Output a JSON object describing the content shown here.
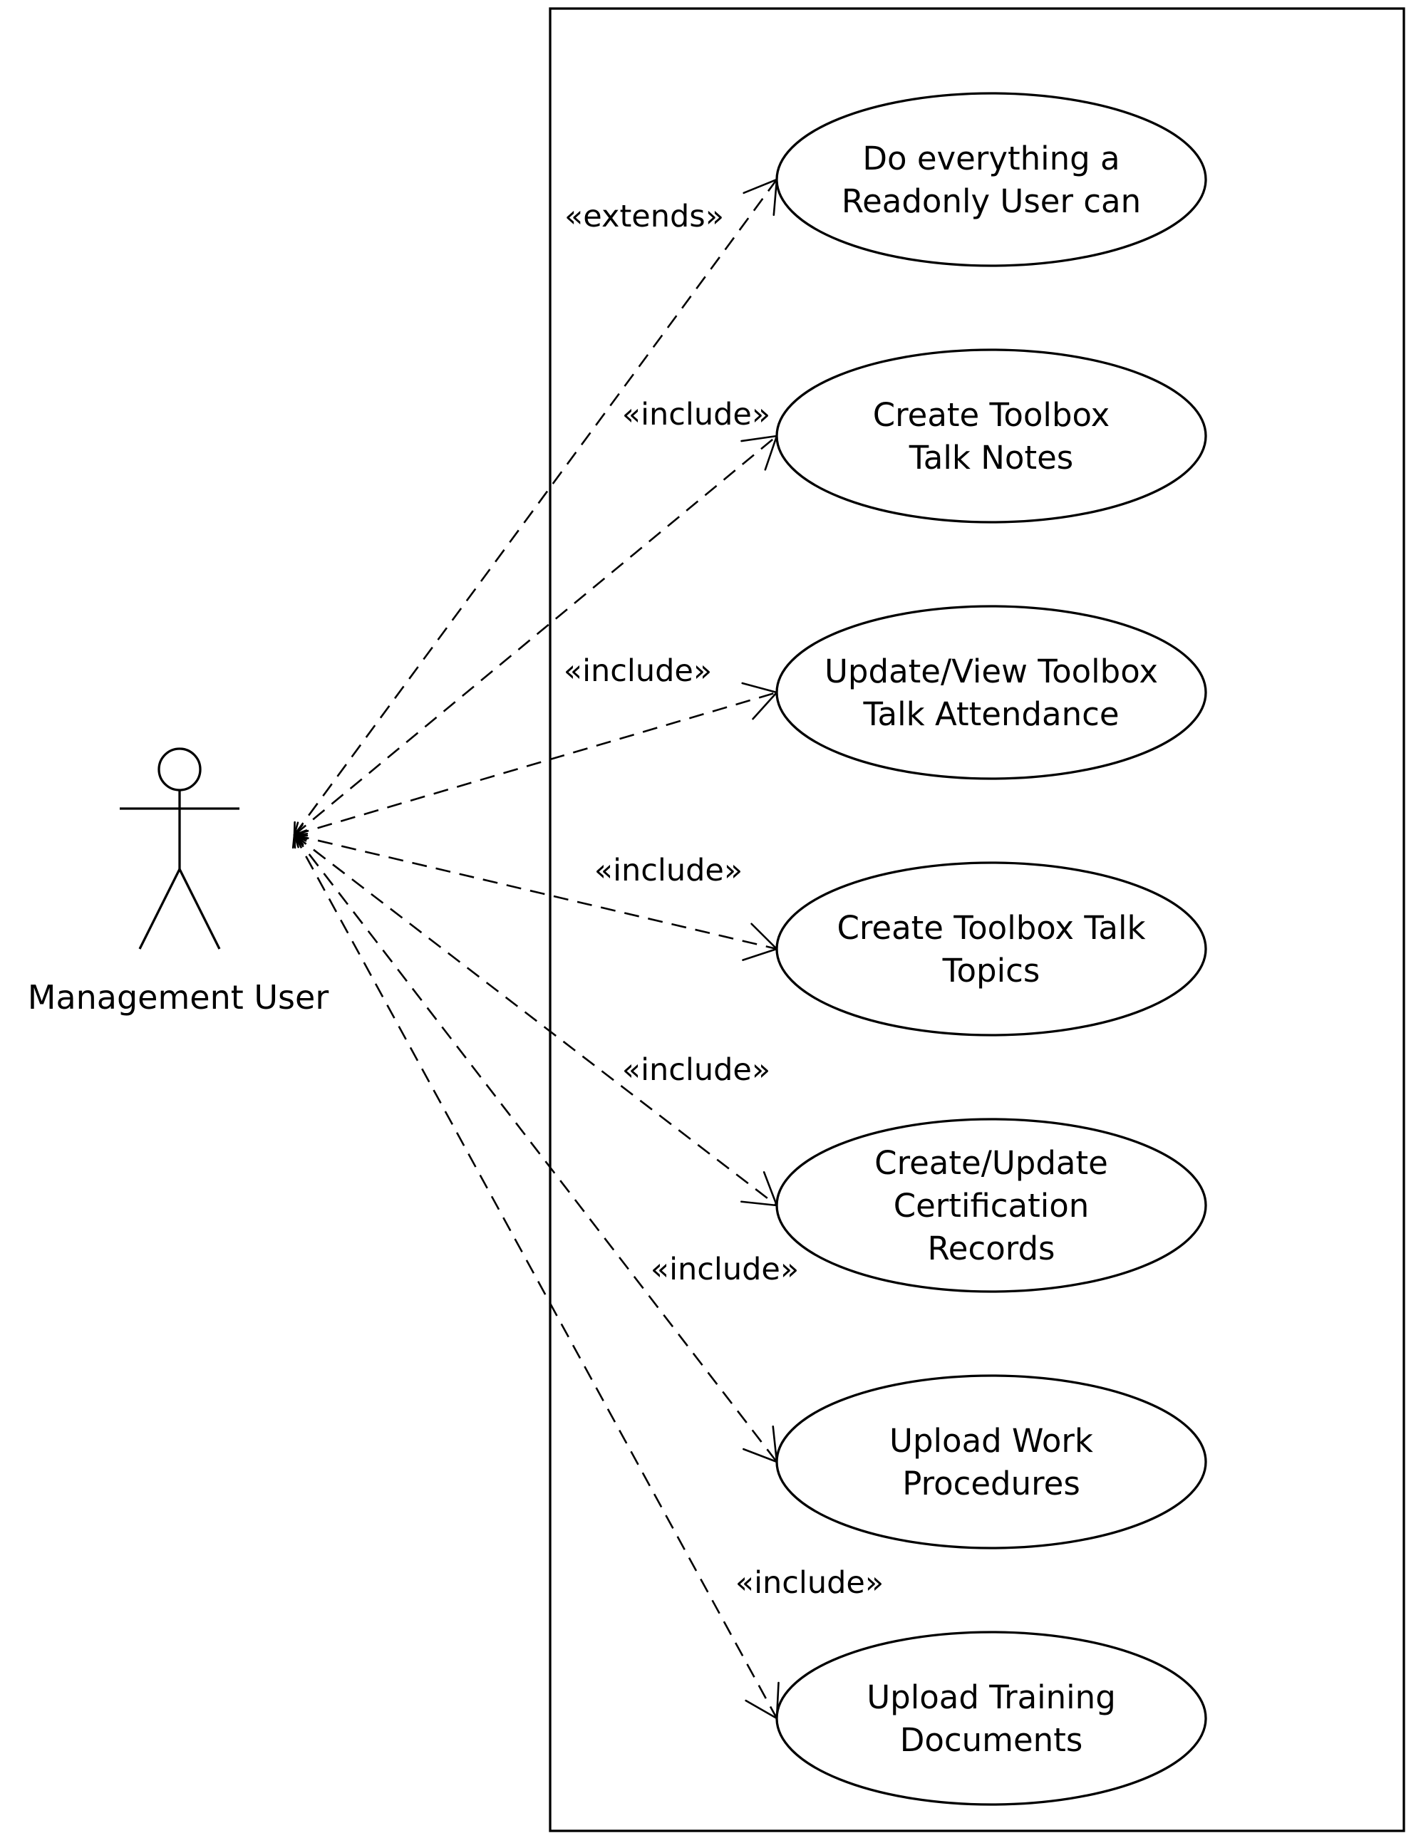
{
  "actor": {
    "name": "Management User"
  },
  "use_cases": [
    {
      "lines": [
        "Do everything a",
        "Readonly User can"
      ],
      "stereotype": "«extends»"
    },
    {
      "lines": [
        "Create Toolbox",
        "Talk Notes"
      ],
      "stereotype": "«include»"
    },
    {
      "lines": [
        "Update/View Toolbox",
        "Talk Attendance"
      ],
      "stereotype": "«include»"
    },
    {
      "lines": [
        "Create Toolbox Talk",
        "Topics"
      ],
      "stereotype": "«include»"
    },
    {
      "lines": [
        "Create/Update",
        "Certification",
        "Records"
      ],
      "stereotype": "«include»"
    },
    {
      "lines": [
        "Upload Work",
        "Procedures"
      ],
      "stereotype": "«include»"
    },
    {
      "lines": [
        "Upload Training",
        "Documents"
      ],
      "stereotype": "«include»"
    }
  ]
}
